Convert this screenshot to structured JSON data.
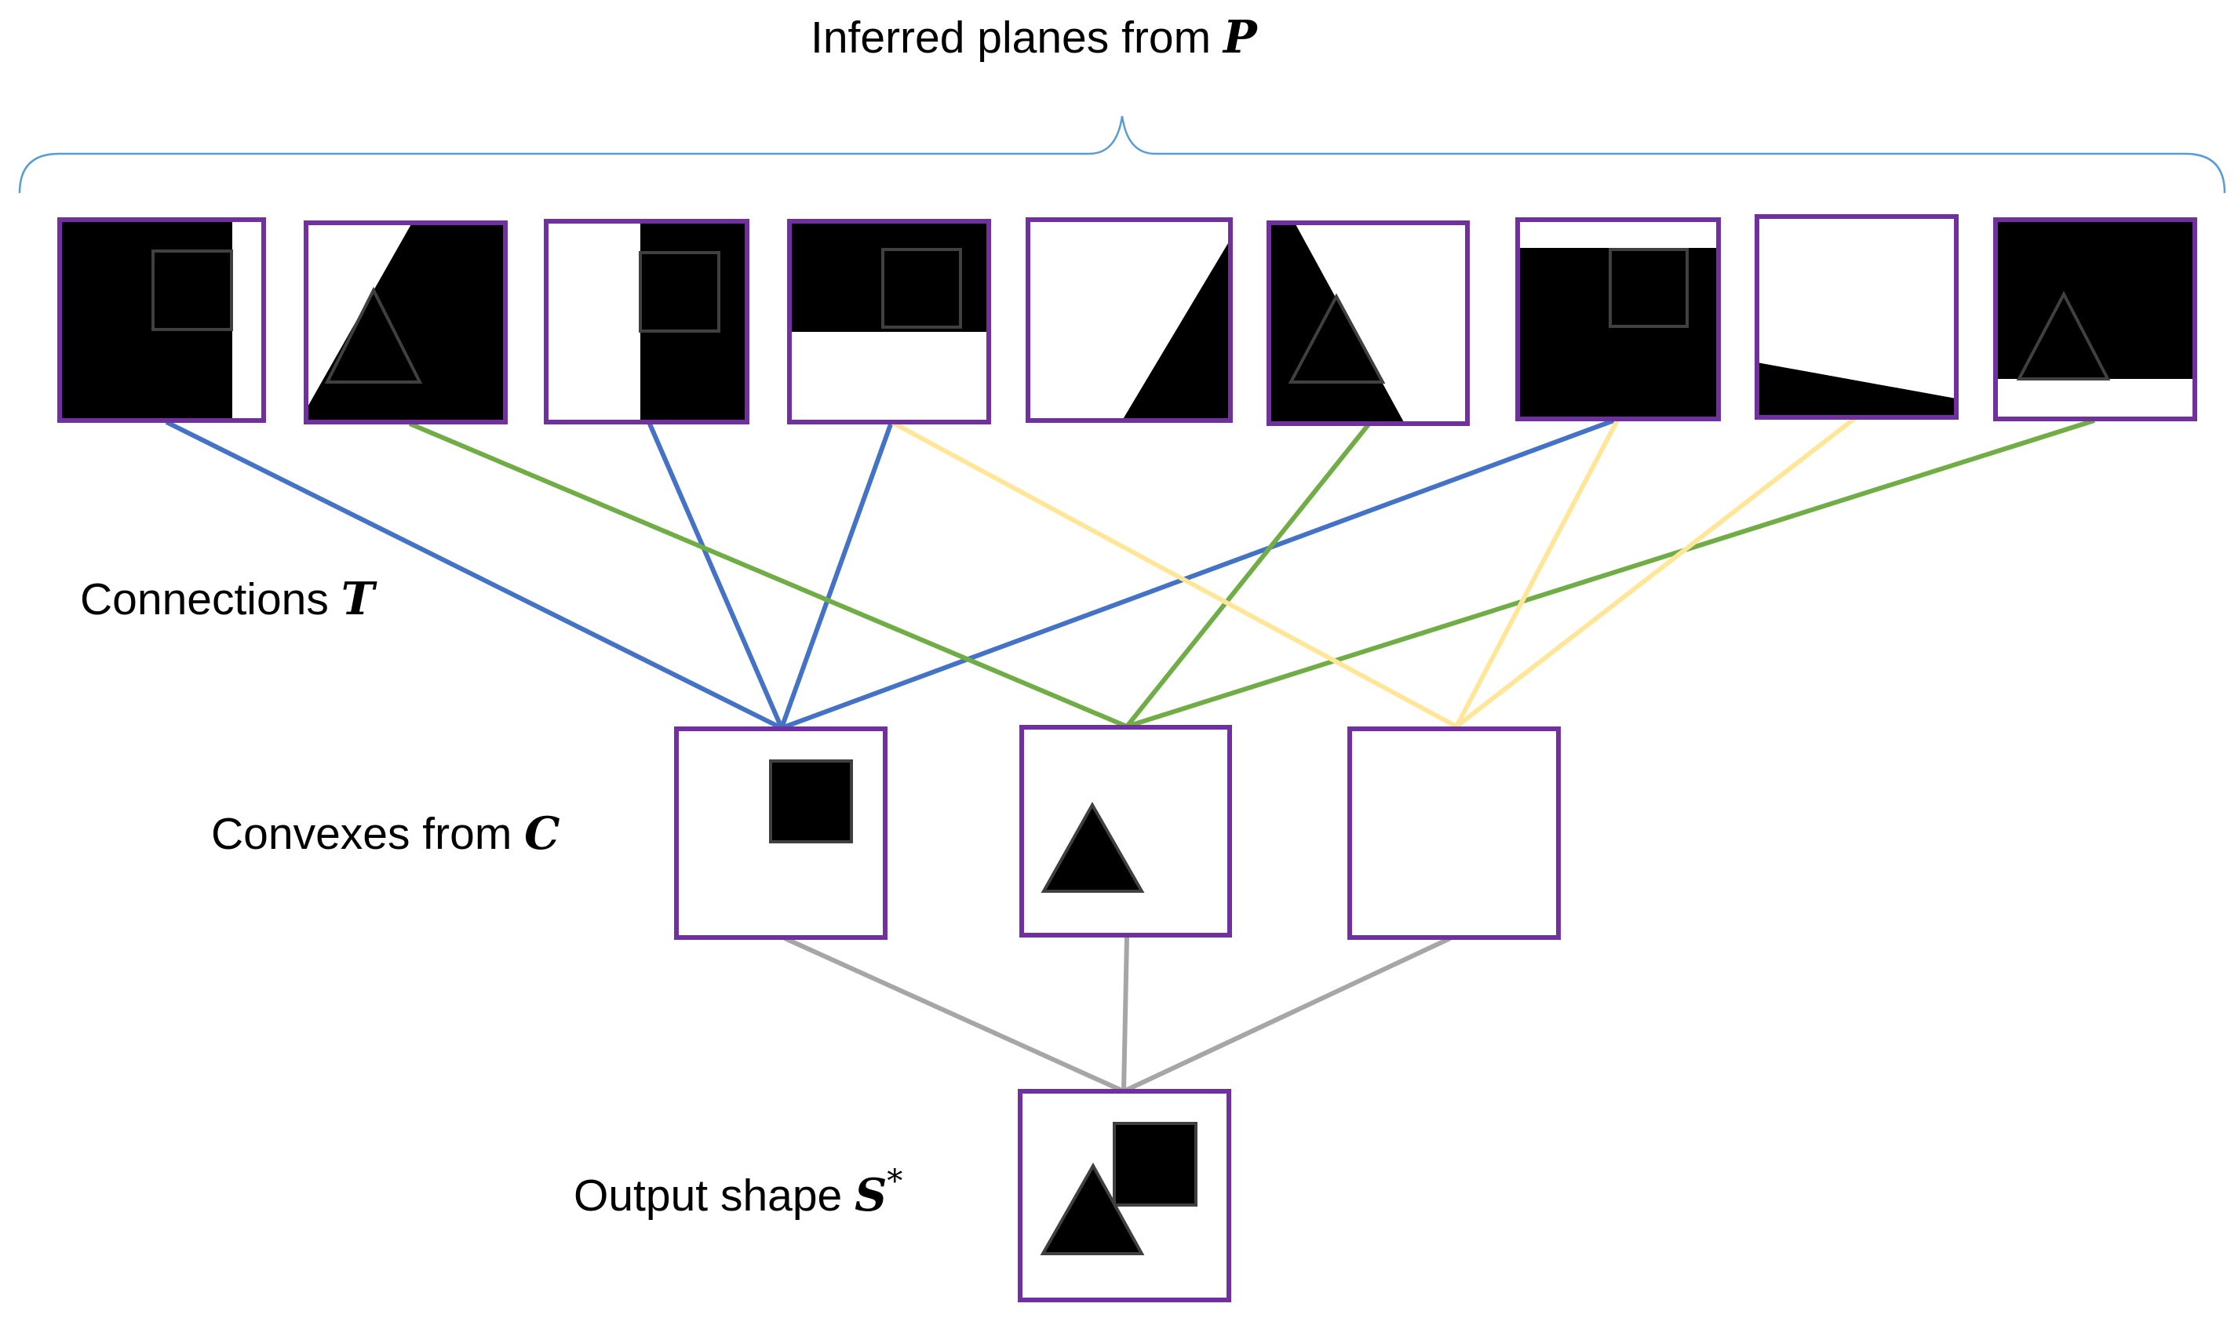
{
  "labels": {
    "planes": {
      "text": "Inferred planes from ",
      "symbol": "P"
    },
    "connections": {
      "text": "Connections ",
      "symbol": "T"
    },
    "convexes": {
      "text": "Convexes from ",
      "symbol": "C"
    },
    "output": {
      "text": "Output shape ",
      "symbol": "S",
      "superscript": "*"
    }
  },
  "colors": {
    "frame": "#7030a0",
    "brace": "#5b9bd5",
    "connection_blue": "#4472c4",
    "connection_green": "#70ad47",
    "connection_yellow": "#ffe699",
    "output_link": "#a6a6a6",
    "fill": "#000000",
    "outline": "#404040"
  },
  "plane_count": 9,
  "convex_count": 3,
  "connections": [
    {
      "plane": 1,
      "convex": 1,
      "color": "blue"
    },
    {
      "plane": 3,
      "convex": 1,
      "color": "blue"
    },
    {
      "plane": 4,
      "convex": 1,
      "color": "blue"
    },
    {
      "plane": 7,
      "convex": 1,
      "color": "blue"
    },
    {
      "plane": 2,
      "convex": 2,
      "color": "green"
    },
    {
      "plane": 6,
      "convex": 2,
      "color": "green"
    },
    {
      "plane": 9,
      "convex": 2,
      "color": "green"
    },
    {
      "plane": 4,
      "convex": 3,
      "color": "yellow"
    },
    {
      "plane": 7,
      "convex": 3,
      "color": "yellow"
    },
    {
      "plane": 8,
      "convex": 3,
      "color": "yellow"
    }
  ]
}
